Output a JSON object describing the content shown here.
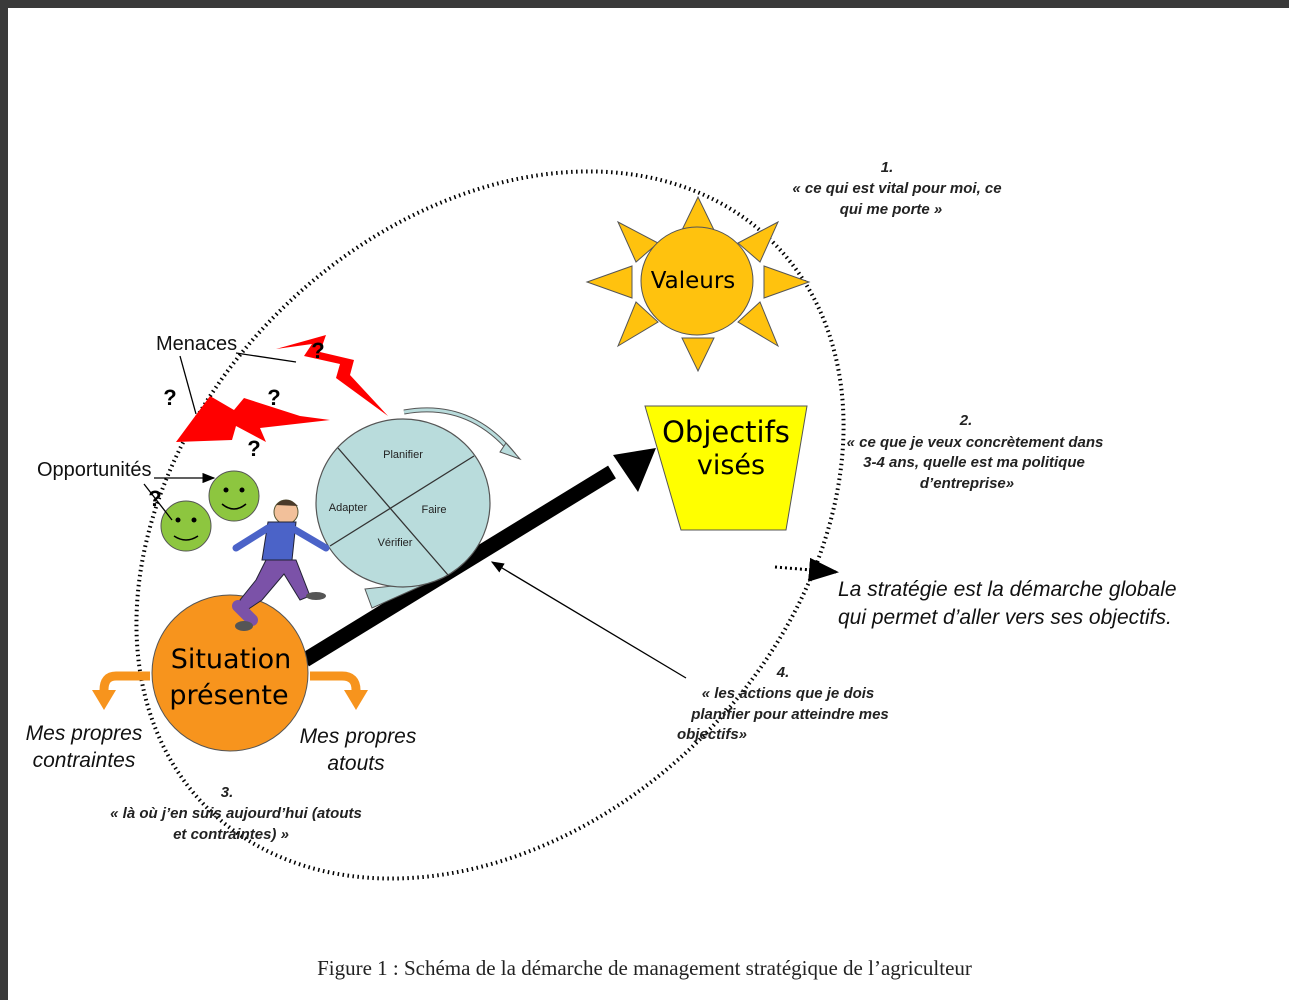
{
  "labels": {
    "valeurs": "Valeurs",
    "objectifs_line1": "Objectifs",
    "objectifs_line2": "visés",
    "situation_line1": "Situation",
    "situation_line2": "présente",
    "menaces": "Menaces",
    "opportunites": "Opportunités",
    "question_mark": "?",
    "planifier": "Planifier",
    "faire": "Faire",
    "verifier": "Vérifier",
    "adapter": "Adapter",
    "contraintes_line1": "Mes propres",
    "contraintes_line2": "contraintes",
    "atouts_line1": "Mes propres",
    "atouts_line2": "atouts"
  },
  "notes": {
    "note1": {
      "number": "1.",
      "line1": "« ce qui est vital pour moi, ce",
      "line2": "qui me porte »"
    },
    "note2": {
      "number": "2.",
      "line1": "« ce que je veux concrètement dans",
      "line2": "3-4 ans, quelle est ma politique",
      "line3": "d’entreprise»"
    },
    "note3": {
      "number": "3.",
      "line1": "« là où j’en suis aujourd’hui  (atouts",
      "line2": "et contraintes) »"
    },
    "note4": {
      "number": "4.",
      "line1": "« les actions que je dois",
      "line2": "planifier pour atteindre mes",
      "line3": "objectifs»"
    }
  },
  "strategy": {
    "line1": "La stratégie est la démarche globale",
    "line2": "qui permet d’aller vers ses objectifs."
  },
  "caption": "Figure 1 : Schéma de la démarche de management stratégique de l’agriculteur",
  "colors": {
    "sun": "#FFC20E",
    "objectifs": "#FFFF00",
    "situation": "#F7941D",
    "lightning": "#FF0000",
    "smiley": "#8DC63F",
    "pdca": "#B9DCDC",
    "arrow_orange": "#F7941D"
  }
}
